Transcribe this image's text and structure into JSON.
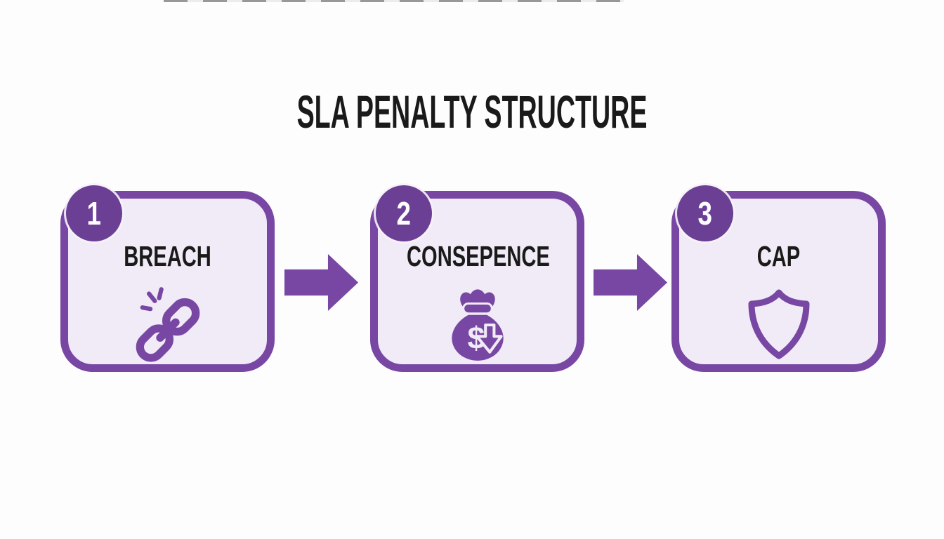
{
  "title": "SLA PENALTY STRUCTURE",
  "colors": {
    "accent": "#7847a3",
    "badge": "#6a3f94",
    "box_fill": "#f0ebf6",
    "text": "#1a1a1a",
    "bg": "#fdfdfd"
  },
  "steps": [
    {
      "number": "1",
      "label": "BREACH",
      "icon": "broken-chain-icon"
    },
    {
      "number": "2",
      "label": "CONSEPENCE",
      "icon": "money-bag-decrease-icon",
      "icon_symbol": "$"
    },
    {
      "number": "3",
      "label": "CAP",
      "icon": "shield-icon"
    }
  ],
  "connectors": [
    {
      "type": "arrow-right"
    },
    {
      "type": "arrow-right"
    }
  ]
}
